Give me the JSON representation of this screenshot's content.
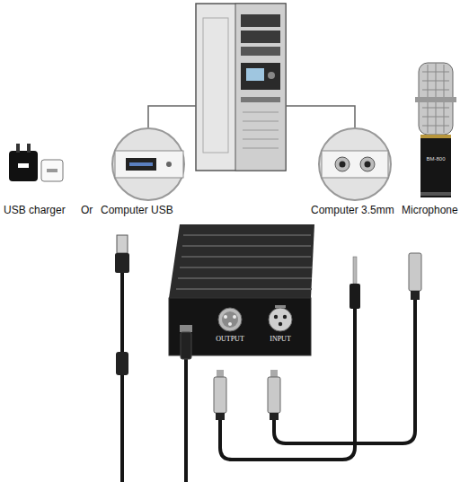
{
  "diagram": {
    "labels": [
      "USB charger",
      "Or",
      "Computer USB",
      "Computer 3.5mm",
      "Microphone",
      "OUTPUT",
      "INPUT",
      "BM-800"
    ]
  }
}
